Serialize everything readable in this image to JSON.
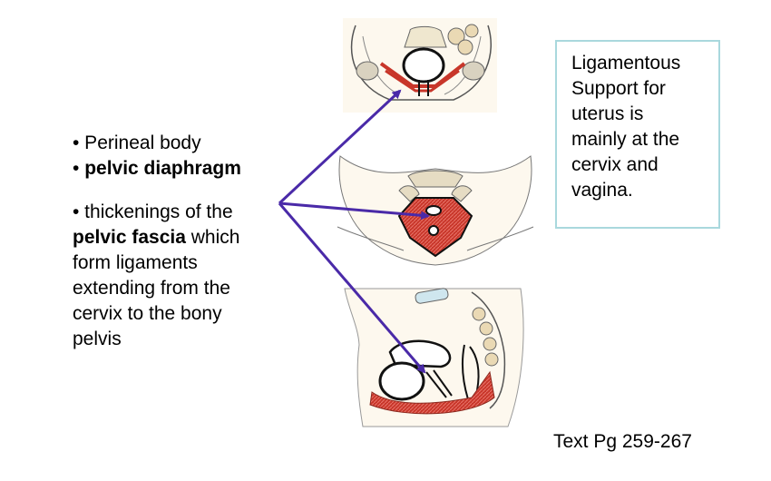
{
  "bullets": {
    "perineal_body": "• Perineal body",
    "pelvic_diaphragm_prefix": "• ",
    "pelvic_diaphragm": "pelvic diaphragm",
    "thickenings_prefix": "• thickenings of the",
    "pelvic_fascia": "pelvic fascia",
    "thickenings_rest_1": " which",
    "line_form_ligaments": "form ligaments",
    "line_extending": "extending from the",
    "line_cervix": "cervix to the bony",
    "line_pelvis": "pelvis"
  },
  "callout": {
    "line1": "Ligamentous",
    "line2": "Support for",
    "line3": "uterus is",
    "line4": "mainly at the",
    "line5": "cervix and",
    "line6": "vagina."
  },
  "reference": {
    "text": "Text Pg 259-267"
  },
  "colors": {
    "arrow": "#4a2aa8",
    "muscle": "#c8362a",
    "callout_border": "#a9d8dd"
  }
}
